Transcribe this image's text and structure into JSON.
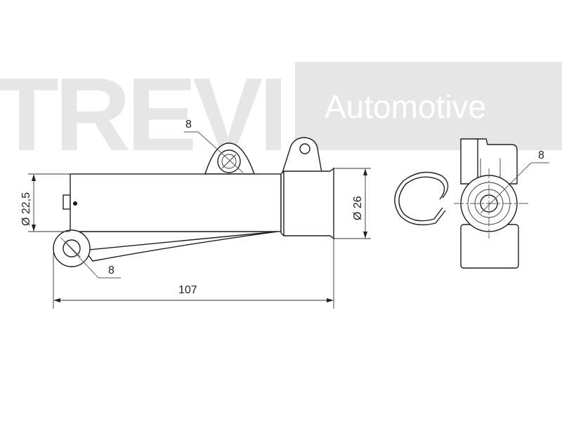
{
  "watermark": {
    "brand": "TREVI",
    "tagline": "Automotive"
  },
  "dimensions": {
    "hole_top": "8",
    "hole_bottom": "8",
    "hole_side": "8",
    "body_diameter": "Ø 22,5",
    "head_diameter": "Ø 26",
    "overall_length": "107"
  },
  "colors": {
    "watermark_gray": "#e6e6e6",
    "line": "#1e1e1e"
  }
}
